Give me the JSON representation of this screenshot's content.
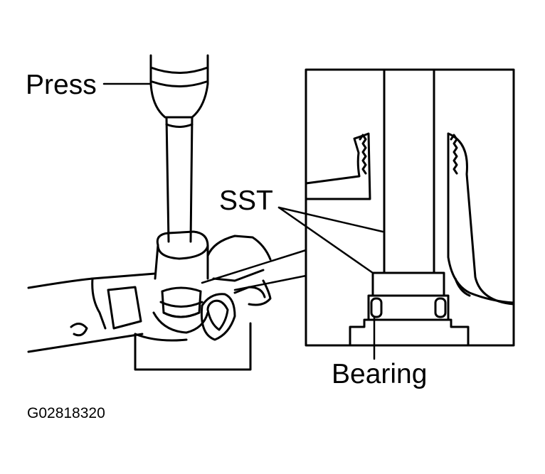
{
  "labels": {
    "press": "Press",
    "sst": "SST",
    "bearing": "Bearing",
    "figure_code": "G02818320"
  },
  "colors": {
    "line": "#000000",
    "background": "#ffffff"
  }
}
